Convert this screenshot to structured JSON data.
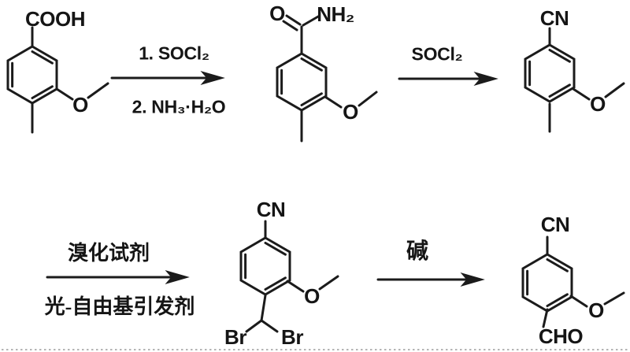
{
  "colors": {
    "background": "#ffffff",
    "ink": "#1b1b1b",
    "bottom_dots": "#9c9c9c"
  },
  "row1": {
    "compound1": {
      "acid": "COOH",
      "ether_oxygen": "O"
    },
    "step1": {
      "reagent_line1": "1. SOCl₂",
      "reagent_line2": "2. NH₃·H₂O"
    },
    "compound2": {
      "carbonyl_oxygen": "O",
      "amide": "NH₂",
      "ether_oxygen": "O"
    },
    "step2": {
      "reagent_line1": "SOCl₂"
    },
    "compound3": {
      "nitrile": "CN",
      "ether_oxygen": "O"
    }
  },
  "row2": {
    "step3": {
      "reagent_above": "溴化试剂",
      "reagent_below": "光-自由基引发剂"
    },
    "compound4": {
      "nitrile": "CN",
      "ether_oxygen": "O",
      "bromine_left": "Br",
      "bromine_right": "Br"
    },
    "step4": {
      "reagent_above": "碱"
    },
    "compound5": {
      "nitrile": "CN",
      "ether_oxygen": "O",
      "aldehyde": "CHO"
    }
  }
}
